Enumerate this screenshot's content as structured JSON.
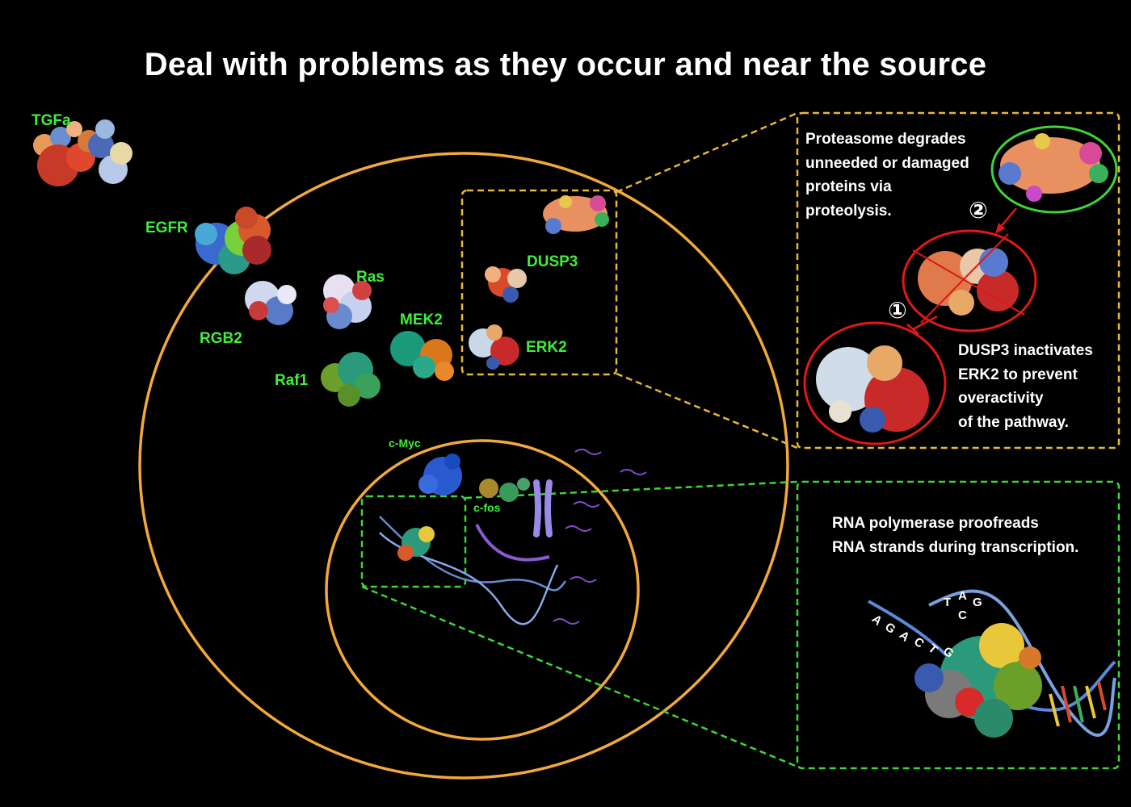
{
  "title": "Deal with problems as they occur and near the source",
  "proteins": {
    "tgfa": "TGFa",
    "egfr": "EGFR",
    "rgb2": "RGB2",
    "ras": "Ras",
    "raf1": "Raf1",
    "mek2": "MEK2",
    "dusp3": "DUSP3",
    "erk2": "ERK2",
    "cmyc": "c-Myc",
    "cfos": "c-fos"
  },
  "proteasome_panel": {
    "text": "Proteasome degrades\nunneeded or damaged\nproteins via\nproteolysis.",
    "step_2": "②",
    "step_1": "①",
    "dusp3_text": "DUSP3 inactivates\nERK2 to prevent\noveractivity\nof the pathway."
  },
  "polymerase_panel": {
    "text": "RNA polymerase proofreads\nRNA strands during transcription.",
    "bases_left": [
      "A",
      "G",
      "A",
      "C",
      "T",
      "G"
    ],
    "bases_top": [
      "T",
      "A",
      "C",
      "G"
    ]
  },
  "colors": {
    "label_green": "#3ef03a",
    "membrane_orange": "#f2a93b",
    "dashed_yellow": "#e8b83a",
    "dashed_green": "#3ed43a",
    "red_circle": "#e01818"
  }
}
